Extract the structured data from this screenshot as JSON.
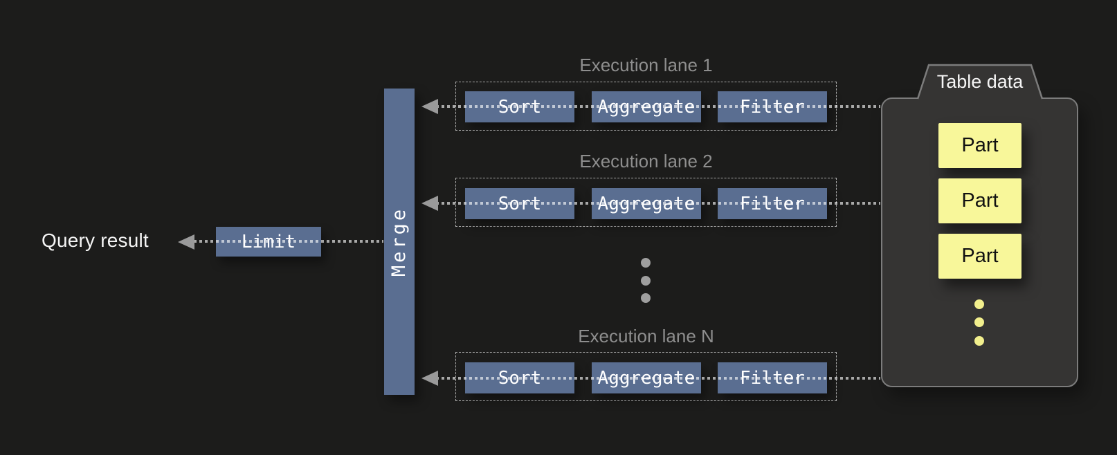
{
  "colors": {
    "background": "#1c1c1b",
    "operator_blue": "#5a6e91",
    "part_yellow": "#f8f79a",
    "container_gray": "#353433",
    "container_border": "#7c7c7c",
    "label_gray": "#8e8e8e",
    "arrow_gray": "#9a9a9a",
    "text_white": "#f5f5f5"
  },
  "result": {
    "label": "Query result"
  },
  "operators": {
    "limit": "Limit",
    "merge": "Merge"
  },
  "lanes": [
    {
      "title": "Execution lane 1",
      "stages": [
        "Sort",
        "Aggregate",
        "Filter"
      ]
    },
    {
      "title": "Execution lane 2",
      "stages": [
        "Sort",
        "Aggregate",
        "Filter"
      ]
    },
    {
      "title": "Execution lane N",
      "stages": [
        "Sort",
        "Aggregate",
        "Filter"
      ]
    }
  ],
  "table": {
    "title": "Table data",
    "parts": [
      "Part",
      "Part",
      "Part"
    ]
  }
}
